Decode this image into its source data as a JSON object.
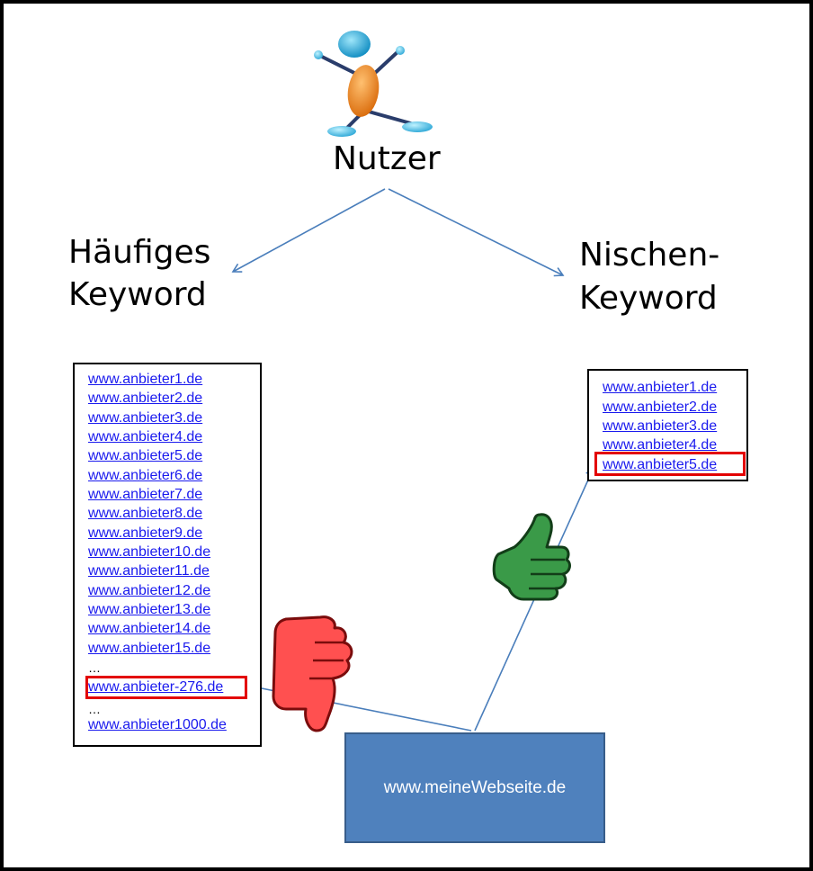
{
  "user": {
    "label": "Nutzer",
    "icon": "stick-figure-icon"
  },
  "left_keyword": {
    "line1": "Häufiges",
    "line2": "Keyword"
  },
  "right_keyword": {
    "line1": "Nischen-",
    "line2": "Keyword"
  },
  "left_results": [
    "www.anbieter1.de",
    "www.anbieter2.de",
    "www.anbieter3.de",
    "www.anbieter4.de",
    "www.anbieter5.de",
    "www.anbieter6.de",
    "www.anbieter7.de",
    "www.anbieter8.de",
    "www.anbieter9.de",
    "www.anbieter10.de",
    "www.anbieter11.de",
    "www.anbieter12.de",
    "www.anbieter13.de",
    "www.anbieter14.de",
    "www.anbieter15.de"
  ],
  "left_ellipsis": "…",
  "left_highlighted": "www.anbieter-276.de",
  "left_last": "www.anbieter1000.de",
  "right_results": [
    "www.anbieter1.de",
    "www.anbieter2.de",
    "www.anbieter3.de",
    "www.anbieter4.de"
  ],
  "right_highlighted": "www.anbieter5.de",
  "website": {
    "label": "www.meineWebseite.de"
  },
  "icons": {
    "thumbs_down": "thumbs-down-icon",
    "thumbs_up": "thumbs-up-icon"
  },
  "colors": {
    "link": "#1a1aee",
    "highlight": "#e30000",
    "arrow": "#4a7ebb",
    "box_fill": "#4f81bd",
    "thumb_down": "#ff5050",
    "thumb_up": "#3a9a48"
  }
}
